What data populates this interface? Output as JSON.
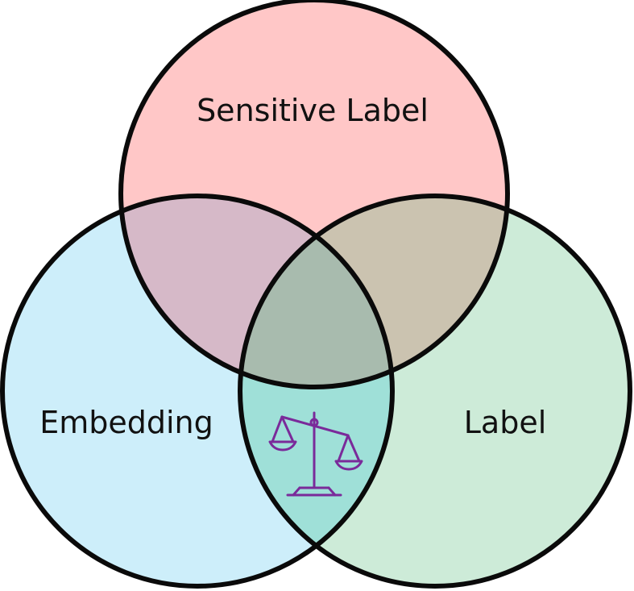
{
  "venn": {
    "sets": [
      {
        "key": "sensitive",
        "label": "Sensitive Label",
        "fill": "#ffc7c7"
      },
      {
        "key": "embedding",
        "label": "Embedding",
        "fill": "#cdeefa"
      },
      {
        "key": "label",
        "label": "Label",
        "fill": "#cdebd8"
      }
    ],
    "overlap_colors": {
      "sensitive_embedding": "#d6b9c8",
      "sensitive_label": "#cbc3b0",
      "embedding_label": "#9fe0d8",
      "all_three": "#a8bbae"
    },
    "center_icon": {
      "name": "balance-scale-icon",
      "color": "#7a2a9a"
    }
  }
}
